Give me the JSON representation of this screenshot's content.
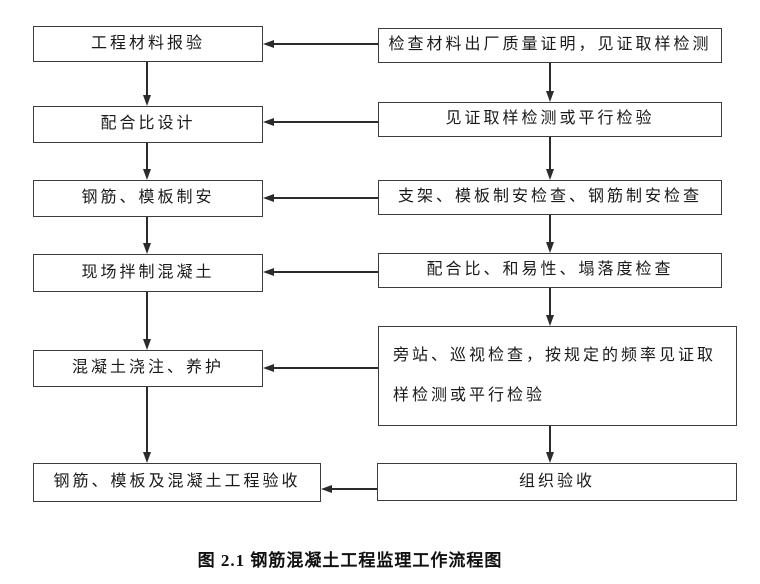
{
  "caption": "图 2.1  钢筋混凝土工程监理工作流程图",
  "flowchart": {
    "process_column": [
      "工程材料报验",
      "配合比设计",
      "钢筋、模板制安",
      "现场拌制混凝土",
      "混凝土浇注、养护",
      "钢筋、模板及混凝土工程验收"
    ],
    "supervision_column": [
      "检查材料出厂质量证明，见证取样检测",
      "见证取样检测或平行检验",
      "支架、模板制安检查、钢筋制安检查",
      "配合比、和易性、塌落度检查",
      "旁站、巡视检查，按规定的频率见证取样检测或平行检验",
      "组织验收"
    ]
  },
  "colors": {
    "background": "#ffffff",
    "box_border": "#3c3c3c",
    "arrow": "#2b2b2b",
    "text": "#1a1a1a"
  }
}
